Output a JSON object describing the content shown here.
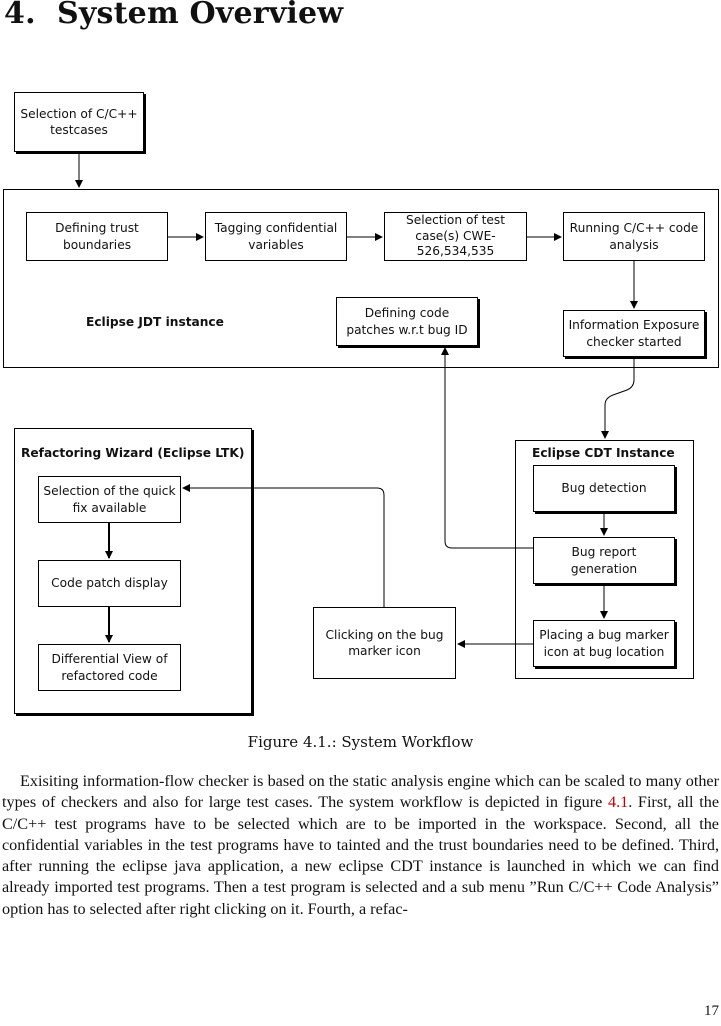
{
  "section": {
    "number": "4.",
    "title": "System Overview"
  },
  "diagram": {
    "containers": {
      "jdt": "Eclipse JDT instance",
      "ltk": "Refactoring Wizard (Eclipse LTK)",
      "cdt": "Eclipse CDT Instance"
    },
    "boxes": {
      "selection_testcases": "Selection of C/C++ testcases",
      "defining_trust": "Defining trust boundaries",
      "tagging": "Tagging confidential variables",
      "selection_cwe": "Selection of test case(s) CWE-526,534,535",
      "running_analysis": "Running C/C++ code analysis",
      "defining_patches": "Defining code patches w.r.t bug ID",
      "info_exposure": "Information Exposure checker started",
      "bug_detection": "Bug detection",
      "bug_report": "Bug report generation",
      "placing_marker": "Placing a bug marker icon at bug location",
      "clicking_marker": "Clicking on the bug marker icon",
      "quick_fix": "Selection of the quick fix available",
      "patch_display": "Code patch display",
      "differential_view": "Differential View of refactored code"
    }
  },
  "caption": "Figure 4.1.: System Workflow",
  "paragraph": {
    "before_ref": "Exisiting information-flow checker is based on the static analysis engine which can be scaled to many other types of checkers and also for large test cases. The system workflow is depicted in figure ",
    "ref": "4.1",
    "after_ref": ". First, all the C/C++ test programs have to be selected which are to be imported in the workspace. Second, all the confidential variables in the test programs have to tainted and the trust boundaries need to be defined. Third, after running the eclipse java application, a new eclipse CDT instance is launched in which we can find already imported test programs. Then a test program is selected and a sub menu ”Run C/C++ Code Analysis” option has to selected after right clicking on it. Fourth, a refac-"
  },
  "page_number": "17"
}
